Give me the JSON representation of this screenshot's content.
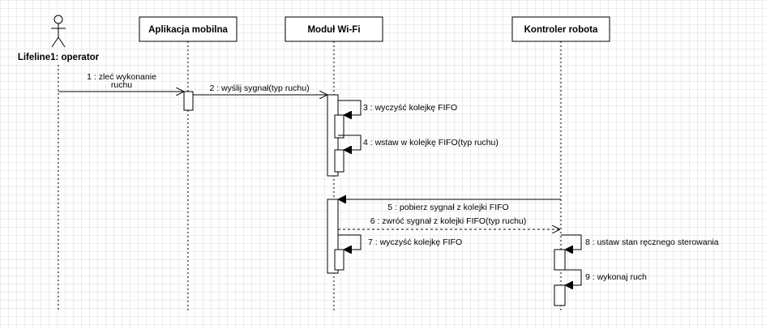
{
  "actor": {
    "name": "Lifeline1: operator"
  },
  "lifelines": [
    {
      "name": "Aplikacja mobilna"
    },
    {
      "name": "Moduł Wi-Fi"
    },
    {
      "name": "Kontroler robota"
    }
  ],
  "messages": [
    {
      "num": "1",
      "label_line1": "zleć wykonanie",
      "label_line2": "ruchu",
      "kind": "call"
    },
    {
      "num": "2",
      "label": "2 : wyślij sygnał(typ ruchu)",
      "kind": "call"
    },
    {
      "num": "3",
      "label": "3 : wyczyść kolejkę FIFO",
      "kind": "self"
    },
    {
      "num": "4",
      "label": "4 : wstaw w kolejkę FIFO(typ ruchu)",
      "kind": "self"
    },
    {
      "num": "5",
      "label": "5 : pobierz sygnał z kolejki FIFO",
      "kind": "call"
    },
    {
      "num": "6",
      "label": "6 : zwróć sygnał z kolejki FIFO(typ ruchu)",
      "kind": "return"
    },
    {
      "num": "7",
      "label": "7 : wyczyść kolejkę FIFO",
      "kind": "self"
    },
    {
      "num": "8",
      "label": "8 : ustaw stan ręcznego sterowania",
      "kind": "self"
    },
    {
      "num": "9",
      "label": "9 : wykonaj ruch",
      "kind": "self"
    }
  ]
}
